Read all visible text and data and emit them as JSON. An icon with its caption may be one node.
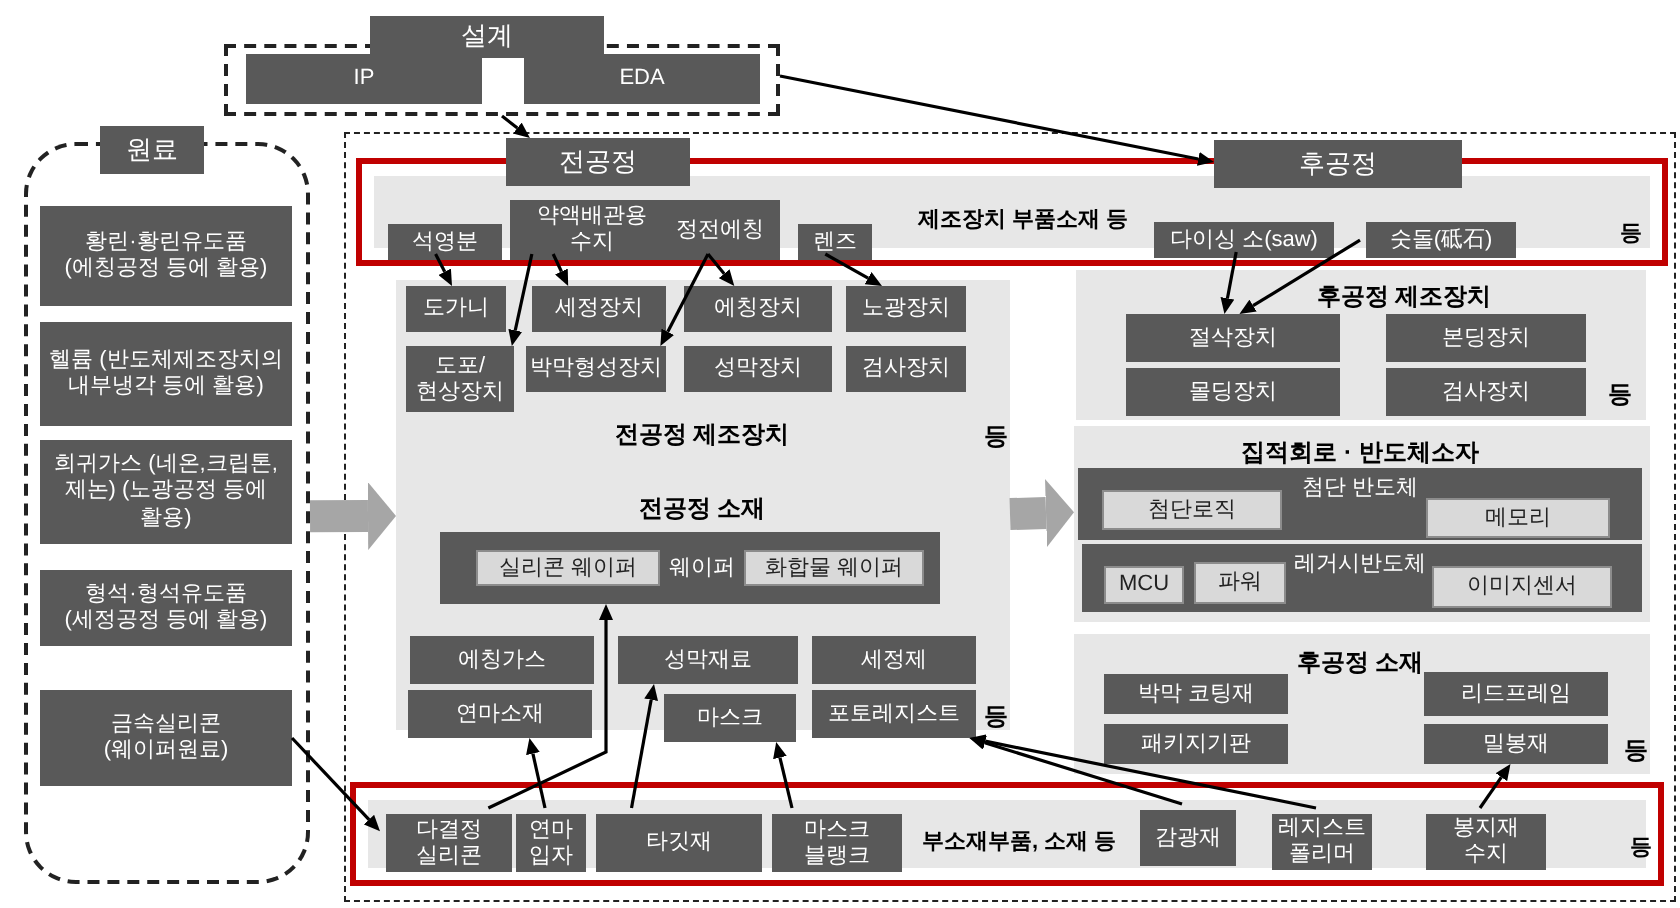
{
  "diagram": {
    "nodes": [
      {
        "text": [],
        "shape": "box"
      },
      {
        "text": [
          "설계"
        ],
        "in": 0
      },
      {
        "text": [
          "IP"
        ],
        "in": 0
      },
      {
        "text": [
          "EDA"
        ],
        "in": 0
      },
      {
        "text": [],
        "shape": "box"
      },
      {
        "text": [
          "원료"
        ],
        "in": 4
      },
      {
        "text": [
          "황린·황린유도품 (에칭공정 등에 활용)"
        ],
        "in": 4
      },
      {
        "text": [
          "헬륨 (반도체제조장치의 내부냉각 등에 활용)"
        ],
        "in": 4
      },
      {
        "text": [
          "희귀가스 (네온,크립톤,제논) (노광공정 등에 활용)"
        ],
        "in": 4
      },
      {
        "text": [
          "형석·형석유도품 (세정공정 등에 활용)"
        ],
        "in": 4
      },
      {
        "text": [
          "금속실리콘 (웨이퍼원료)"
        ],
        "in": 4
      },
      {
        "text": [],
        "shape": "box"
      },
      {
        "text": [
          "전공정"
        ],
        "in": 11
      },
      {
        "text": [
          "후공정"
        ],
        "in": 11
      },
      {
        "text": [
          "제조장치 부품소재 등",
          "등"
        ],
        "in": 11
      },
      {
        "text": [
          "석영분"
        ],
        "in": 14
      },
      {
        "text": [
          "약액배관용 수지"
        ],
        "in": 14
      },
      {
        "text": [
          "정전에칭"
        ],
        "in": 14
      },
      {
        "text": [
          "렌즈"
        ],
        "in": 14
      },
      {
        "text": [
          "다이싱 소(saw)"
        ],
        "in": 14
      },
      {
        "text": [
          "숫돌(砥石)"
        ],
        "in": 14
      },
      {
        "text": [
          "전공정 제조장치",
          "등"
        ],
        "in": 11
      },
      {
        "text": [
          "도가니"
        ],
        "in": 21
      },
      {
        "text": [
          "세정장치"
        ],
        "in": 21
      },
      {
        "text": [
          "에칭장치"
        ],
        "in": 21
      },
      {
        "text": [
          "노광장치"
        ],
        "in": 21
      },
      {
        "text": [
          "도포/ 현상장치"
        ],
        "in": 21
      },
      {
        "text": [
          "박막형성장치"
        ],
        "in": 21
      },
      {
        "text": [
          "성막장치"
        ],
        "in": 21
      },
      {
        "text": [
          "검사장치"
        ],
        "in": 21
      },
      {
        "text": [
          "후공정 제조장치",
          "등"
        ],
        "in": 11
      },
      {
        "text": [
          "절삭장치"
        ],
        "in": 30
      },
      {
        "text": [
          "본딩장치"
        ],
        "in": 30
      },
      {
        "text": [
          "몰딩장치"
        ],
        "in": 30
      },
      {
        "text": [
          "검사장치"
        ],
        "in": 30
      },
      {
        "text": [
          "전공정 소재",
          "등"
        ],
        "in": 11
      },
      {
        "text": [
          "웨이퍼"
        ],
        "in": 35
      },
      {
        "text": [
          "실리콘 웨이퍼"
        ],
        "in": 36
      },
      {
        "text": [
          "화합물 웨이퍼"
        ],
        "in": 36
      },
      {
        "text": [
          "에칭가스"
        ],
        "in": 35
      },
      {
        "text": [
          "성막재료"
        ],
        "in": 35
      },
      {
        "text": [
          "세정제"
        ],
        "in": 35
      },
      {
        "text": [
          "연마소재"
        ],
        "in": 35
      },
      {
        "text": [
          "마스크"
        ],
        "in": 35
      },
      {
        "text": [
          "포토레지스트"
        ],
        "in": 35
      },
      {
        "text": [
          "집적회로 · 반도체소자"
        ],
        "in": 11
      },
      {
        "text": [
          "첨단 반도체"
        ],
        "in": 45
      },
      {
        "text": [
          "첨단로직"
        ],
        "in": 46
      },
      {
        "text": [
          "메모리"
        ],
        "in": 46
      },
      {
        "text": [
          "레거시반도체"
        ],
        "in": 45
      },
      {
        "text": [
          "MCU"
        ],
        "in": 49
      },
      {
        "text": [
          "파워"
        ],
        "in": 49
      },
      {
        "text": [
          "이미지센서"
        ],
        "in": 49
      },
      {
        "text": [
          "후공정 소재",
          "등"
        ],
        "in": 11
      },
      {
        "text": [
          "박막 코팅재"
        ],
        "in": 53
      },
      {
        "text": [
          "리드프레임"
        ],
        "in": 53
      },
      {
        "text": [
          "패키지기판"
        ],
        "in": 53
      },
      {
        "text": [
          "밀봉재"
        ],
        "in": 53
      },
      {
        "text": [
          "부소재부품, 소재 등",
          "등"
        ],
        "in": 11
      },
      {
        "text": [
          "다결정 실리콘"
        ],
        "in": 58
      },
      {
        "text": [
          "연마 입자"
        ],
        "in": 58
      },
      {
        "text": [
          "타깃재"
        ],
        "in": 58
      },
      {
        "text": [
          "마스크 블랭크"
        ],
        "in": 58
      },
      {
        "text": [
          "감광재"
        ],
        "in": 58
      },
      {
        "text": [
          "레지스트 폴리머"
        ],
        "in": 58
      },
      {
        "text": [
          "봉지재 수지"
        ],
        "in": 58
      }
    ],
    "edges": [
      {
        "from": 0,
        "to": 12,
        "arrow": "to"
      },
      {
        "from": 0,
        "to": 13,
        "arrow": "to"
      },
      {
        "from": 15,
        "to": 22,
        "arrow": "to"
      },
      {
        "from": 16,
        "to": 23,
        "arrow": "to"
      },
      {
        "from": 16,
        "to": 26,
        "arrow": "to"
      },
      {
        "from": 17,
        "to": 24,
        "arrow": "to"
      },
      {
        "from": 17,
        "to": 27,
        "arrow": "to"
      },
      {
        "from": 18,
        "to": 25,
        "arrow": "to"
      },
      {
        "from": 19,
        "to": 31,
        "arrow": "to"
      },
      {
        "from": 20,
        "to": 31,
        "arrow": "to"
      },
      {
        "from": 10,
        "to": 59,
        "arrow": "to"
      },
      {
        "from": 59,
        "to": 36,
        "arrow": "to"
      },
      {
        "from": 60,
        "to": 42,
        "arrow": "to"
      },
      {
        "from": 61,
        "to": 40,
        "arrow": "to"
      },
      {
        "from": 62,
        "to": 43,
        "arrow": "to"
      },
      {
        "from": 63,
        "to": 44,
        "arrow": "to"
      },
      {
        "from": 64,
        "to": 44,
        "arrow": "to"
      },
      {
        "from": 65,
        "to": 57,
        "arrow": "to"
      },
      {
        "from": 4,
        "to": 35,
        "arrow": "to",
        "style": "thick",
        "color": "#a6a6a6"
      },
      {
        "from": 35,
        "to": 45,
        "arrow": "to",
        "style": "thick",
        "color": "#a6a6a6"
      }
    ]
  }
}
